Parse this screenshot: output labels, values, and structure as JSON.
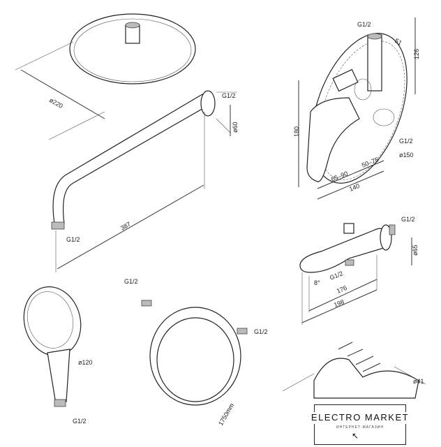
{
  "labels": {
    "head_diameter": "ø220",
    "arm_thread": "G1/2",
    "arm_flange": "ø60",
    "arm_length": "387",
    "arm_outlet_thread": "G1/2",
    "mixer_top_thread": "G1/2",
    "mixer_depth": "51",
    "mixer_height_right": "126",
    "mixer_height": "180",
    "mixer_side_thread": "G1/2",
    "mixer_plate": "ø150",
    "mixer_range1": "65–90",
    "mixer_range2": "50–75",
    "mixer_width": "140",
    "spout_thread": "G1/2",
    "spout_flange": "ø65",
    "spout_under_thread": "G1/2",
    "spout_angle": "8°",
    "spout_len1": "176",
    "spout_len2": "198",
    "hand_diameter": "ø120",
    "hand_thread": "G1/2",
    "hose_thread1": "G1/2",
    "hose_thread2": "G1/2",
    "hose_length": "1750mm",
    "holder_diameter": "ø41"
  },
  "logo": {
    "title": "ELECTRO MARKET",
    "subtitle": "ИНТЕРНЕТ-МАГАЗИН"
  }
}
